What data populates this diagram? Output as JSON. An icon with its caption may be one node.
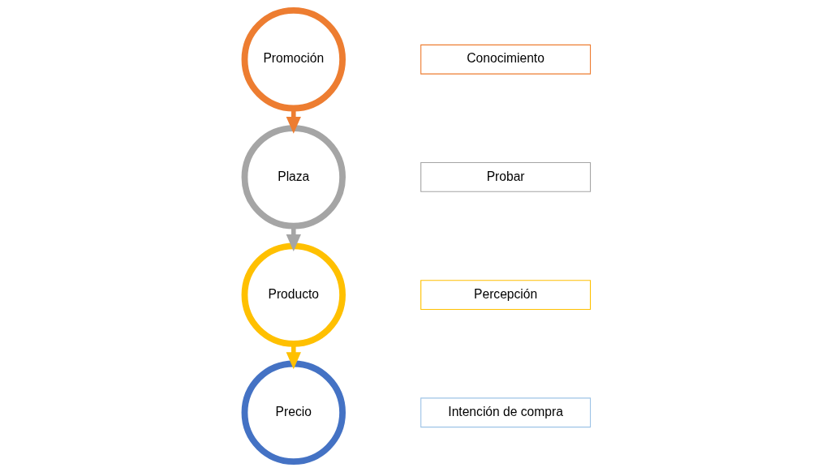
{
  "diagram": {
    "nodes": [
      {
        "text": [
          "Promoción"
        ]
      },
      {
        "text": [
          "Plaza"
        ]
      },
      {
        "text": [
          "Producto"
        ]
      },
      {
        "text": [
          "Precio"
        ]
      },
      {
        "text": [
          "Conocimiento"
        ]
      },
      {
        "text": [
          "Probar"
        ]
      },
      {
        "text": [
          "Percepción"
        ]
      },
      {
        "text": [
          "Intención de compra"
        ]
      }
    ],
    "edges": [
      {
        "from": 0,
        "to": 1,
        "arrow": "to",
        "color": "#ed7d31"
      },
      {
        "from": 1,
        "to": 2,
        "arrow": "to",
        "color": "#a5a5a5"
      },
      {
        "from": 2,
        "to": 3,
        "arrow": "to",
        "color": "#ffc000"
      }
    ]
  }
}
